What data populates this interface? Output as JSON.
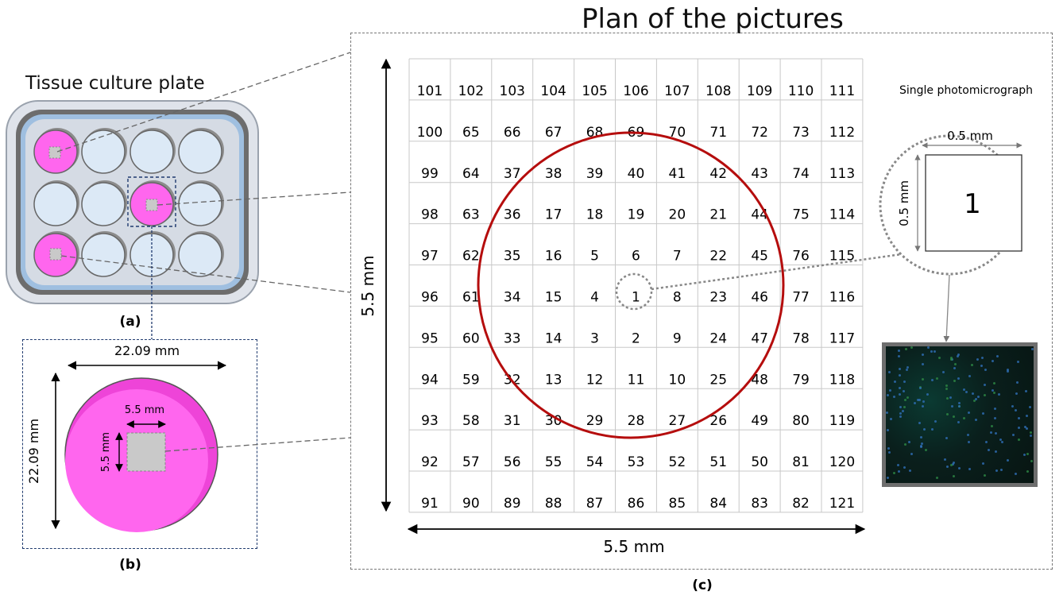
{
  "main_title": "Plan of the pictures",
  "plate_title": "Tissue culture plate",
  "captions": {
    "a": "(a)",
    "b": "(b)",
    "c": "(c)"
  },
  "well_dimensions": {
    "width": "22.09 mm",
    "height": "22.09 mm",
    "square_w": "5.5 mm",
    "square_h": "5.5 mm"
  },
  "grid_dimensions": {
    "width": "5.5 mm",
    "height": "5.5 mm"
  },
  "single": {
    "label": "Single photomicrograph",
    "width": "0.5 mm",
    "height": "0.5 mm",
    "number": "1"
  },
  "grid_numbers": [
    [
      101,
      102,
      103,
      104,
      105,
      106,
      107,
      108,
      109,
      110,
      111
    ],
    [
      100,
      65,
      66,
      67,
      68,
      69,
      70,
      71,
      72,
      73,
      112
    ],
    [
      99,
      64,
      37,
      38,
      39,
      40,
      41,
      42,
      43,
      74,
      113
    ],
    [
      98,
      63,
      36,
      17,
      18,
      19,
      20,
      21,
      44,
      75,
      114
    ],
    [
      97,
      62,
      35,
      16,
      5,
      6,
      7,
      22,
      45,
      76,
      115
    ],
    [
      96,
      61,
      34,
      15,
      4,
      1,
      8,
      23,
      46,
      77,
      116
    ],
    [
      95,
      60,
      33,
      14,
      3,
      2,
      9,
      24,
      47,
      78,
      117
    ],
    [
      94,
      59,
      32,
      13,
      12,
      11,
      10,
      25,
      48,
      79,
      118
    ],
    [
      93,
      58,
      31,
      30,
      29,
      28,
      27,
      26,
      49,
      80,
      119
    ],
    [
      92,
      57,
      56,
      55,
      54,
      53,
      52,
      51,
      50,
      81,
      120
    ],
    [
      91,
      90,
      89,
      88,
      87,
      86,
      85,
      84,
      83,
      82,
      121
    ]
  ],
  "colors": {
    "well_pink": "#ff66ee",
    "well_empty": "#dce9f6",
    "circle_red": "#b50d0d"
  }
}
